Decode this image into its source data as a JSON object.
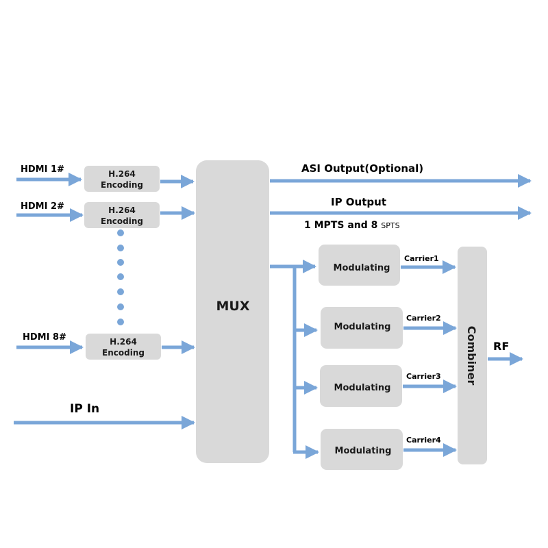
{
  "colors": {
    "arrow": "#7aa6d8",
    "box": "#d9d9d9",
    "dots": "#7aa6d8"
  },
  "inputs": {
    "hdmi1": "HDMI 1#",
    "hdmi2": "HDMI 2#",
    "hdmi8": "HDMI 8#",
    "ip_in": "IP In"
  },
  "encoders": {
    "line1": "H.264",
    "line2": "Encoding"
  },
  "mux": "MUX",
  "outputs": {
    "asi": "ASI Output(Optional)",
    "ip": "IP Output",
    "mpts_main": "1 MPTS and 8 ",
    "mpts_small": "SPTS"
  },
  "modulators": {
    "label": "Modulating",
    "carriers": [
      "Carrier1",
      "Carrier2",
      "Carrier3",
      "Carrier4"
    ]
  },
  "combiner": "Combiner",
  "rf": "RF"
}
